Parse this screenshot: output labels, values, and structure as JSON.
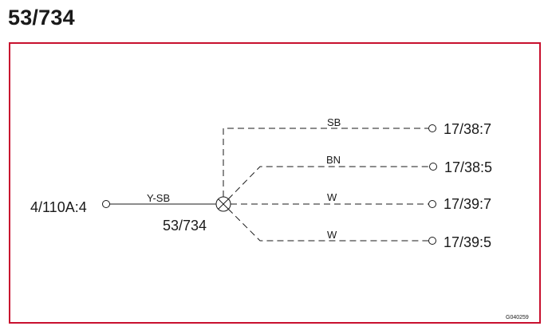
{
  "title": "53/734",
  "diagram": {
    "source_connector": "4/110A:4",
    "source_wire_color": "Y-SB",
    "splice_label": "53/734",
    "branches": [
      {
        "wire_color": "SB",
        "terminal": "17/38:7"
      },
      {
        "wire_color": "BN",
        "terminal": "17/38:5"
      },
      {
        "wire_color": "W",
        "terminal": "17/39:7"
      },
      {
        "wire_color": "W",
        "terminal": "17/39:5"
      }
    ],
    "figure_code": "G040259"
  },
  "colors": {
    "frame_border": "#c8102e",
    "line": "#1a1a1a"
  }
}
